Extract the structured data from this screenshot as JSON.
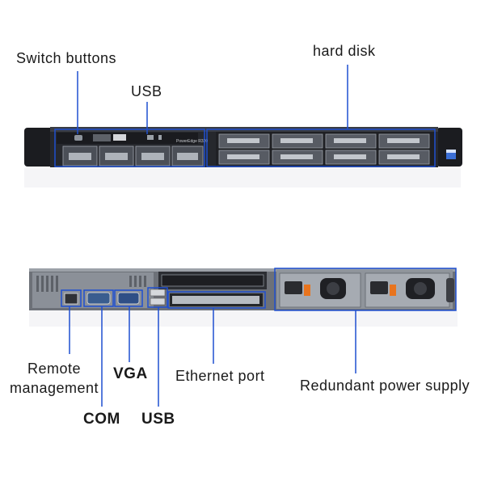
{
  "front_panel": {
    "labels": {
      "switch_buttons": "Switch buttons",
      "usb": "USB",
      "hard_disk": "hard disk"
    },
    "model_text": "PowerEdge R320"
  },
  "rear_panel": {
    "labels": {
      "remote_management": "Remote\nmanagement",
      "vga": "VGA",
      "com": "COM",
      "usb": "USB",
      "ethernet_port": "Ethernet port",
      "redundant_power_supply": "Redundant power supply"
    }
  },
  "colors": {
    "callout_line": "#1e4fd0",
    "chassis_dark": "#1d1e22",
    "drive_tray": "#5c6068",
    "psu_metal": "#9aa0a8",
    "handle_orange": "#e8741e"
  }
}
